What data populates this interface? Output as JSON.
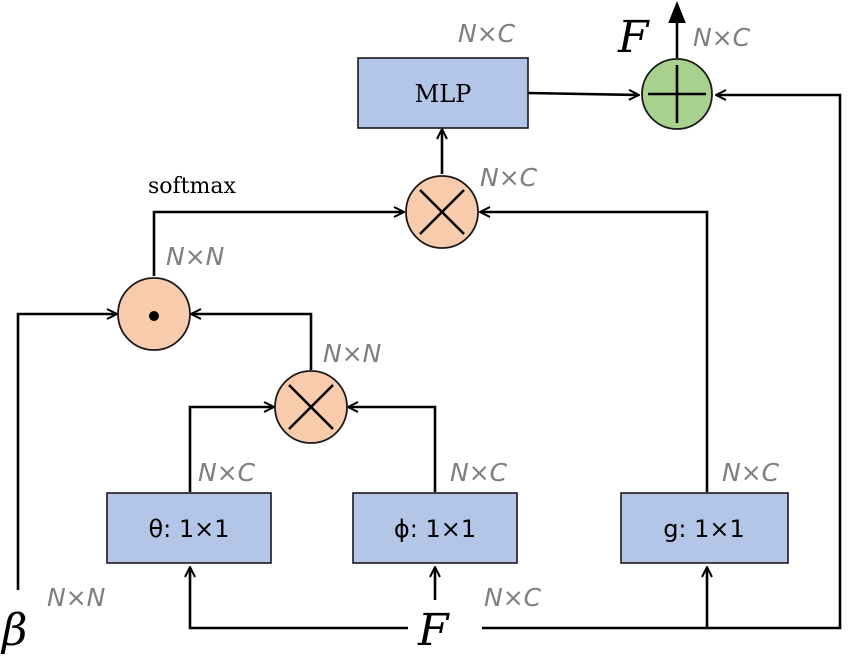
{
  "boxes": {
    "mlp": "MLP",
    "theta": "θ: 1×1",
    "phi": "ϕ: 1×1",
    "g": "g: 1×1"
  },
  "labels": {
    "softmax": "softmax",
    "beta": "β",
    "f_input": "F",
    "f_output": "F"
  },
  "dims": {
    "mlp_top": "N×C",
    "out_right": "N×C",
    "mul_top_right": "N×C",
    "hadamard_top": "N×N",
    "mul_bottom_top": "N×N",
    "theta_top": "N×C",
    "phi_top": "N×C",
    "g_top": "N×C",
    "beta_right": "N×N",
    "f_right": "N×C"
  },
  "colors": {
    "box_fill": "#b4c6e7",
    "operator_fill": "#f8cbad",
    "sum_fill": "#a9d18e",
    "dim_text": "#7f7f7f"
  }
}
